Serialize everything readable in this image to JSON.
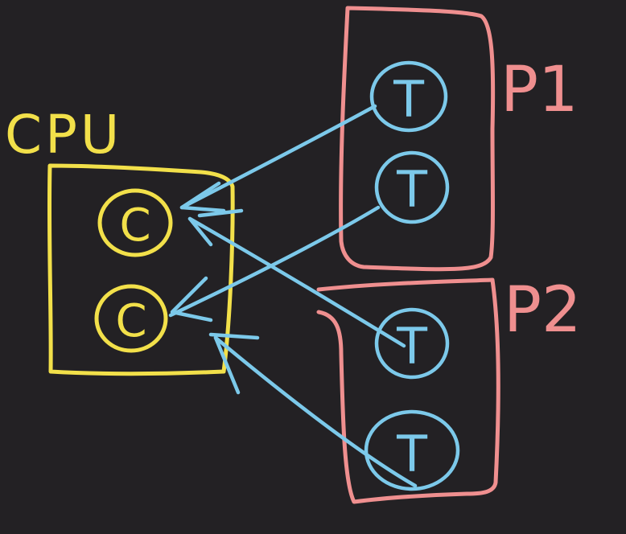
{
  "cpu": {
    "label": "CPU",
    "core_label": "C",
    "color": "#f2e04a"
  },
  "processes": [
    {
      "label": "P1",
      "thread_label": "T"
    },
    {
      "label": "P2",
      "thread_label": "T"
    }
  ],
  "colors": {
    "background": "#232124",
    "process": "#ef8f8f",
    "thread": "#7cc9ea"
  }
}
